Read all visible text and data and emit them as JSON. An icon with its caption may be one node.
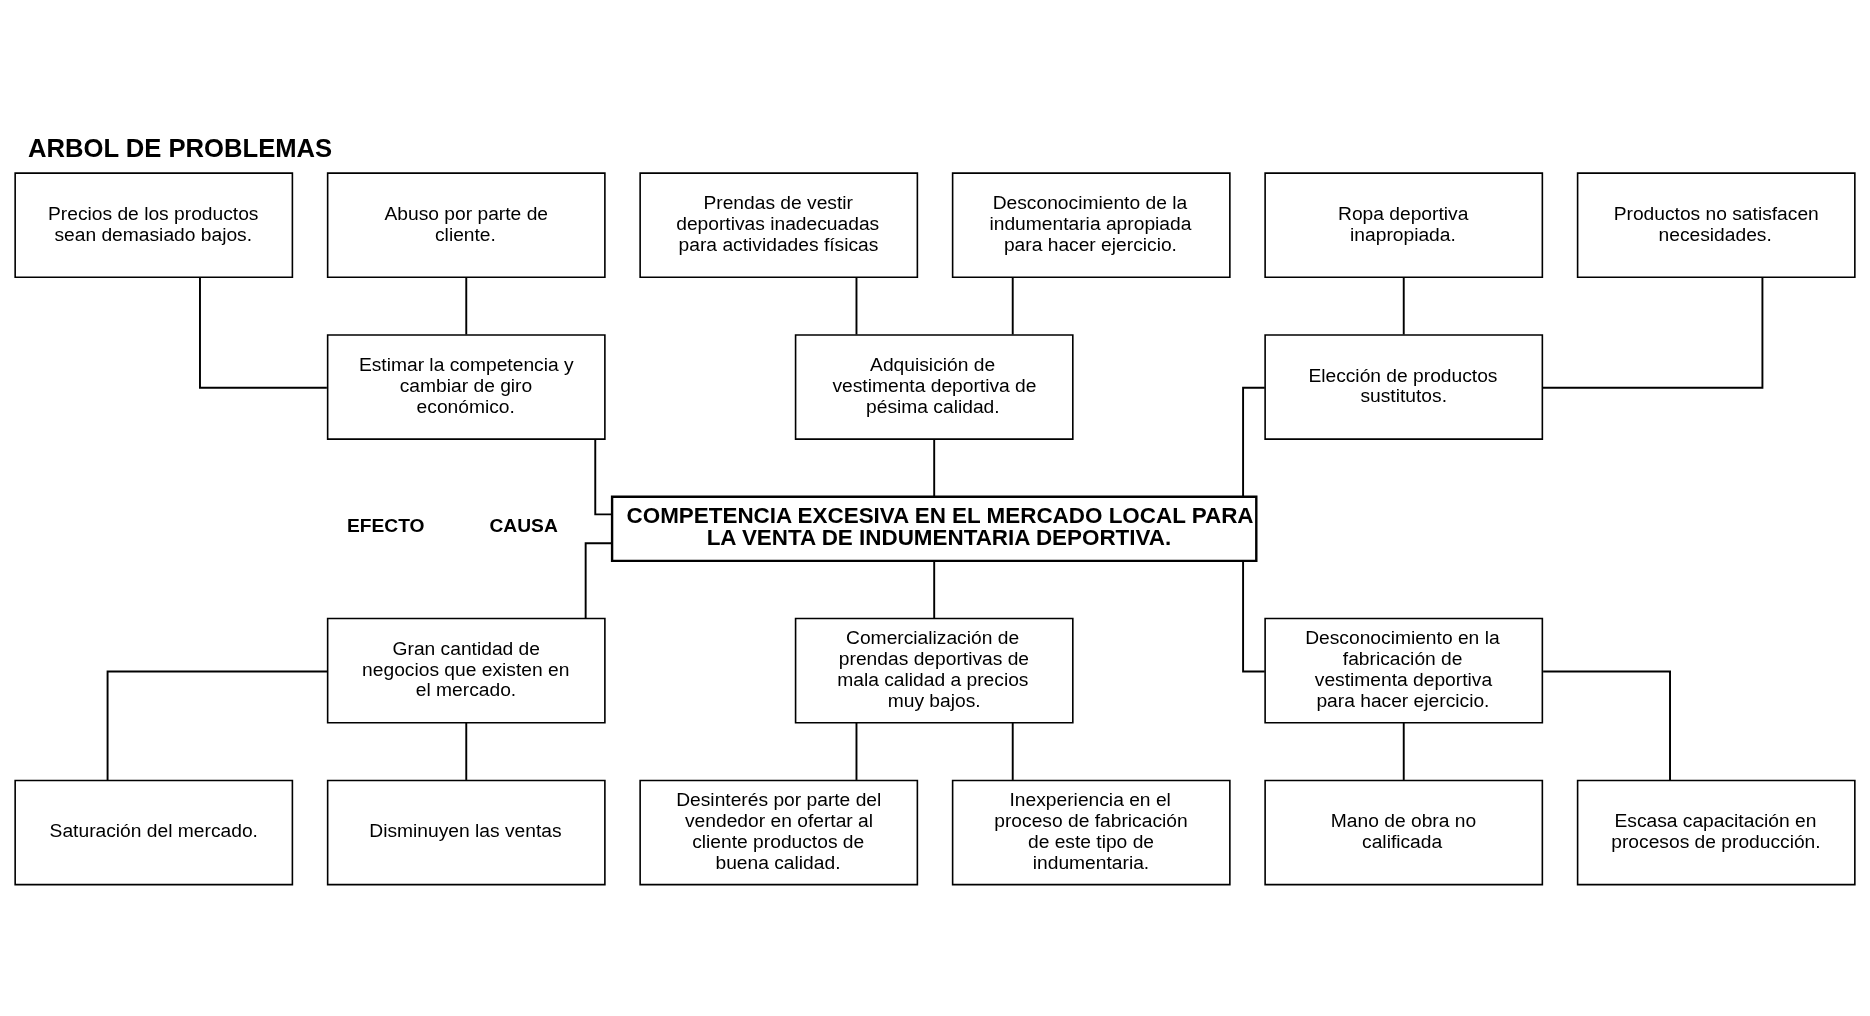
{
  "diagram": {
    "title": "ARBOL DE PROBLEMAS",
    "nodes": [
      {
        "text": [
          "Precios de los productos sean demasiado bajos."
        ]
      },
      {
        "text": [
          "Abuso por parte de cliente."
        ]
      },
      {
        "text": [
          "Prendas de vestir deportivas inadecuadas para actividades físicas"
        ]
      },
      {
        "text": [
          "Desconocimiento de la indumentaria apropiada para hacer ejercicio."
        ]
      },
      {
        "text": [
          "Ropa deportiva inapropiada."
        ]
      },
      {
        "text": [
          "Productos no satisfacen necesidades."
        ]
      },
      {
        "text": [
          "Estimar la competencia y cambiar de giro económico."
        ]
      },
      {
        "text": [
          "Adquisición de vestimenta deportiva de pésima calidad."
        ]
      },
      {
        "text": [
          "Elección de productos sustitutos."
        ]
      },
      {
        "text": [
          "COMPETENCIA EXCESIVA EN EL MERCADO LOCAL PARA LA VENTA DE INDUMENTARIA DEPORTIVA."
        ]
      },
      {
        "text": [
          "Gran cantidad de negocios que existen en el mercado."
        ]
      },
      {
        "text": [
          "Comercialización de prendas deportivas de mala calidad a precios muy bajos."
        ]
      },
      {
        "text": [
          "Desconocimiento en la fabricación de vestimenta deportiva para hacer ejercicio."
        ]
      },
      {
        "text": [
          "Saturación del mercado."
        ]
      },
      {
        "text": [
          "Disminuyen las ventas"
        ]
      },
      {
        "text": [
          "Desinterés por parte del vendedor en ofertar al cliente productos de buena calidad."
        ]
      },
      {
        "text": [
          "Inexperiencia en el proceso de fabricación de este tipo de indumentaria."
        ]
      },
      {
        "text": [
          "Mano de obra no calificada"
        ]
      },
      {
        "text": [
          "Escasa capacitación en procesos de producción."
        ]
      }
    ],
    "edges": [
      {
        "from": 0,
        "to": 6,
        "arrow": "none"
      },
      {
        "from": 1,
        "to": 6,
        "arrow": "none"
      },
      {
        "from": 2,
        "to": 7,
        "arrow": "none"
      },
      {
        "from": 3,
        "to": 7,
        "arrow": "none"
      },
      {
        "from": 4,
        "to": 8,
        "arrow": "none"
      },
      {
        "from": 5,
        "to": 8,
        "arrow": "none"
      },
      {
        "from": 6,
        "to": 9,
        "arrow": "none"
      },
      {
        "from": 7,
        "to": 9,
        "arrow": "none"
      },
      {
        "from": 8,
        "to": 9,
        "arrow": "none"
      },
      {
        "from": 9,
        "to": 10,
        "arrow": "none"
      },
      {
        "from": 9,
        "to": 11,
        "arrow": "none"
      },
      {
        "from": 9,
        "to": 12,
        "arrow": "none"
      },
      {
        "from": 10,
        "to": 13,
        "arrow": "none"
      },
      {
        "from": 10,
        "to": 14,
        "arrow": "none"
      },
      {
        "from": 11,
        "to": 15,
        "arrow": "none"
      },
      {
        "from": 11,
        "to": 16,
        "arrow": "none"
      },
      {
        "from": 12,
        "to": 17,
        "arrow": "none"
      },
      {
        "from": 12,
        "to": 18,
        "arrow": "none"
      }
    ],
    "labels": [
      "EFECTO",
      "CAUSA"
    ]
  }
}
